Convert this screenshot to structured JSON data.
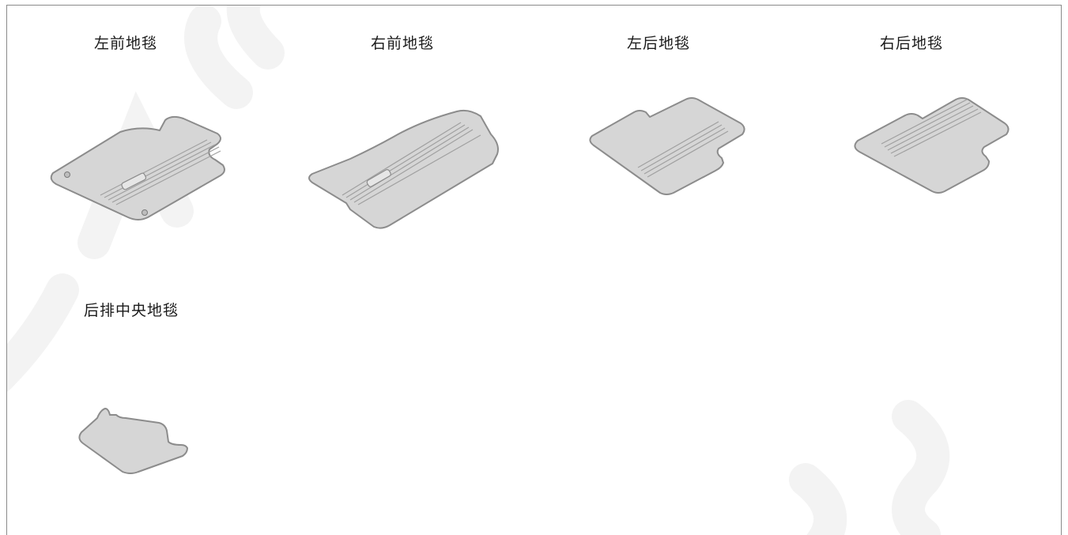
{
  "parts": [
    {
      "id": "left-front",
      "label": "左前地毯"
    },
    {
      "id": "right-front",
      "label": "右前地毯"
    },
    {
      "id": "left-rear",
      "label": "左后地毯"
    },
    {
      "id": "right-rear",
      "label": "右后地毯"
    },
    {
      "id": "rear-center",
      "label": "后排中央地毯"
    }
  ],
  "colors": {
    "mat_fill": "#d6d6d6",
    "mat_outline": "#8c8c8c",
    "stripe": "#a0a0a0",
    "border": "#8a8a8a",
    "watermark": "#f3f3f3"
  }
}
